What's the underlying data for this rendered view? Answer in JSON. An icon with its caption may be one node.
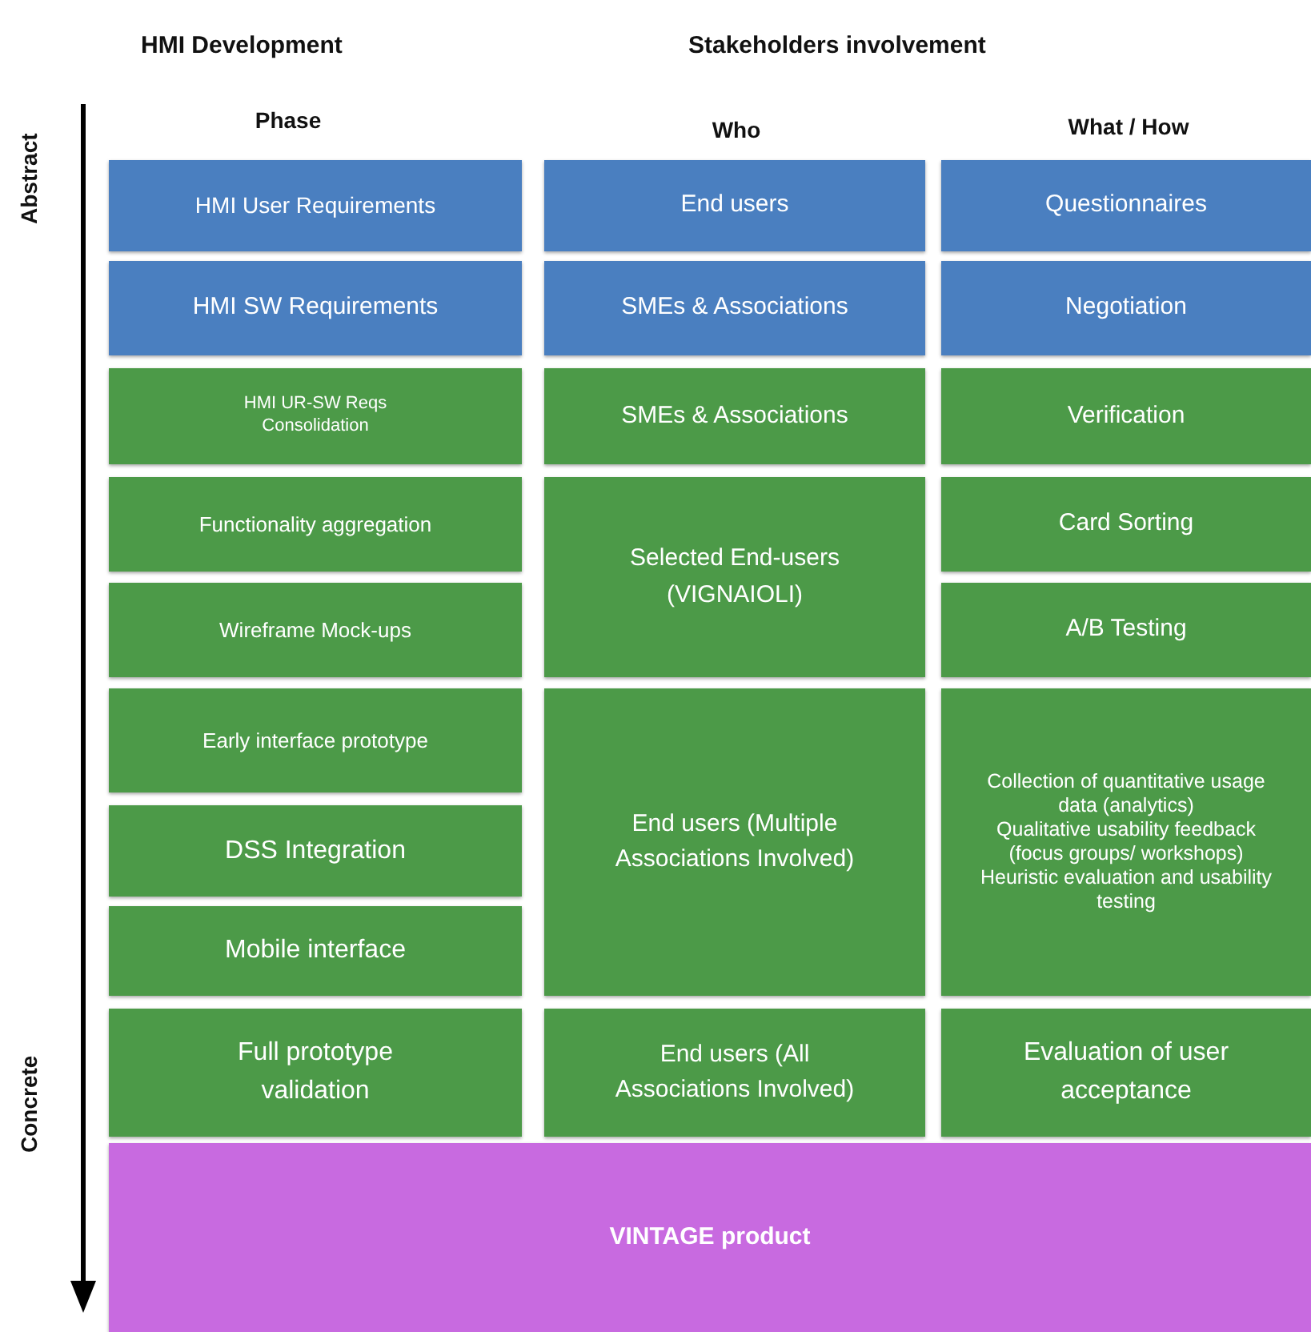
{
  "diagram": {
    "nodes": [
      {
        "text": [
          "HMI User Requirements"
        ]
      },
      {
        "text": [
          "End users"
        ]
      },
      {
        "text": [
          "Questionnaires"
        ]
      },
      {
        "text": [
          "HMI SW Requirements"
        ]
      },
      {
        "text": [
          "SMEs & Associations"
        ]
      },
      {
        "text": [
          "Negotiation"
        ]
      },
      {
        "text": [
          "HMI UR-SW Reqs Consolidation"
        ]
      },
      {
        "text": [
          "SMEs & Associations"
        ]
      },
      {
        "text": [
          "Verification"
        ]
      },
      {
        "text": [
          "Functionality aggregation"
        ]
      },
      {
        "text": [
          "Selected End-users (VIGNAIOLI)"
        ]
      },
      {
        "text": [
          "Card Sorting"
        ]
      },
      {
        "text": [
          "Wireframe Mock-ups"
        ]
      },
      {
        "text": [
          "A/B Testing"
        ]
      },
      {
        "text": [
          "Early interface prototype"
        ]
      },
      {
        "text": [
          "End users (Multiple Associations Involved)"
        ]
      },
      {
        "text": [
          "Collection of quantitative usage data (analytics)",
          "Qualitative usability feedback (focus groups/ workshops)",
          "Heuristic evaluation and usability testing"
        ]
      },
      {
        "text": [
          "DSS Integration"
        ]
      },
      {
        "text": [
          "Mobile interface"
        ]
      },
      {
        "text": [
          "Full prototype validation"
        ]
      },
      {
        "text": [
          "End users (All Associations Involved)"
        ]
      },
      {
        "text": [
          "Evaluation of user acceptance"
        ]
      },
      {
        "text": [
          "VINTAGE product"
        ]
      }
    ],
    "labels": [
      "HMI Development",
      "Stakeholders involvement",
      "Phase",
      "Who",
      "What / How",
      "Abstract",
      "Concrete"
    ]
  }
}
